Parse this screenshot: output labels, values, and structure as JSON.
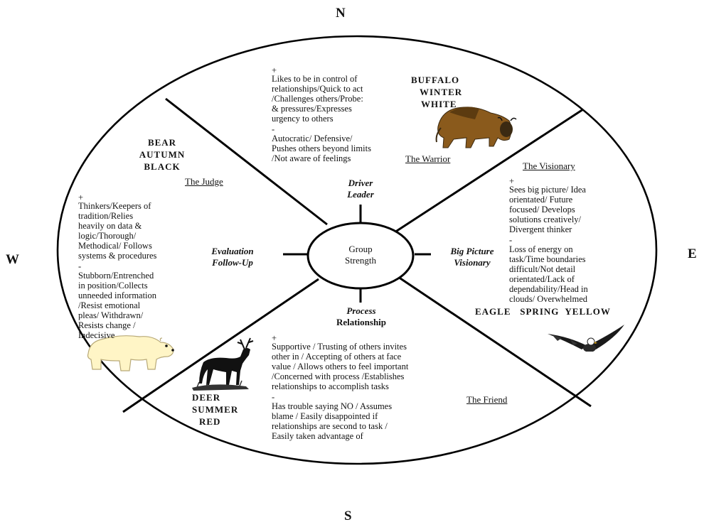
{
  "compass": {
    "north": "N",
    "south": "S",
    "east": "E",
    "west": "W"
  },
  "center": {
    "line1": "Group",
    "line2": "Strength"
  },
  "north": {
    "animal": [
      "BUFFALO",
      "WINTER",
      "WHITE"
    ],
    "role": "The Warrior",
    "style": [
      "Driver",
      "Leader"
    ],
    "plus_sign": "+",
    "plus_lines": [
      "Likes to be in control of",
      "relationships/Quick to act",
      "/Challenges others/Probe:",
      "& pressures/Expresses",
      "urgency to others"
    ],
    "minus_sign": "-",
    "minus_lines": [
      "Autocratic/ Defensive/",
      "Pushes others beyond limits",
      "/Not aware of feelings"
    ]
  },
  "east": {
    "animal": "EAGLE   SPRING  YELLOW",
    "role": "The Visionary",
    "style": [
      "Big Picture",
      "Visionary"
    ],
    "plus_sign": "+",
    "plus_lines": [
      "Sees big picture/ Idea",
      "orientated/ Future",
      "focused/ Develops",
      "solutions creatively/",
      "Divergent thinker"
    ],
    "minus_sign": "-",
    "minus_lines": [
      "Loss of energy on",
      "task/Time boundaries",
      "difficult/Not detail",
      "orientated/Lack of",
      "dependability/Head in",
      "clouds/ Overwhelmed"
    ]
  },
  "south": {
    "animal": [
      "DEER",
      "SUMMER",
      "RED"
    ],
    "role": "The Friend",
    "style": [
      "Process",
      "Relationship"
    ],
    "plus_sign": "+",
    "plus_lines": [
      "Supportive / Trusting of others invites",
      "other in / Accepting of others at face",
      "value / Allows others to feel important",
      "/Concerned with process /Establishes",
      "relationships to accomplish tasks"
    ],
    "minus_sign": "-",
    "minus_lines": [
      "Has trouble saying NO / Assumes",
      "blame / Easily disappointed if",
      "relationships are second to task /",
      "Easily taken advantage of"
    ]
  },
  "west": {
    "animal": [
      "BEAR",
      "AUTUMN",
      "BLACK"
    ],
    "role": "The Judge",
    "style": [
      "Evaluation",
      "Follow-Up"
    ],
    "plus_sign": "+",
    "plus_lines": [
      "Thinkers/Keepers of",
      "tradition/Relies",
      "heavily on data &",
      "logic/Thorough/",
      "Methodical/ Follows",
      "systems & procedures"
    ],
    "minus_sign": "-",
    "minus_lines": [
      "Stubborn/Entrenched",
      "in position/Collects",
      "unneeded information",
      "/Resist emotional",
      "pleas/ Withdrawn/",
      "Resists change /",
      "Indecisive"
    ]
  },
  "icons": [
    "buffalo-icon",
    "eagle-icon",
    "deer-icon",
    "polar-bear-icon"
  ]
}
